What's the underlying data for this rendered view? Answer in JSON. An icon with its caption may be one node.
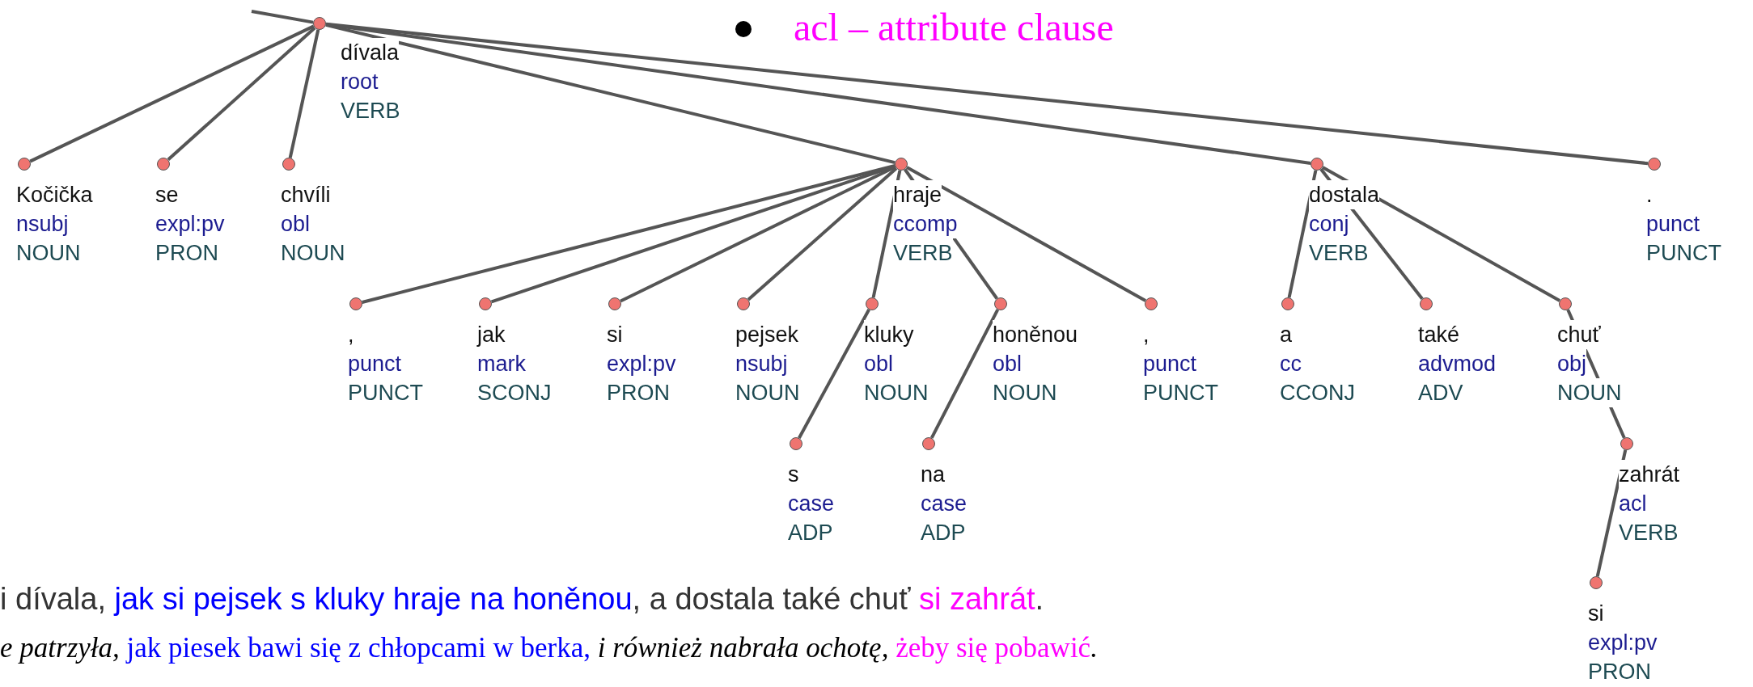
{
  "diagram": {
    "nodes": [
      {
        "text": [
          "dívala",
          "root",
          "VERB"
        ]
      },
      {
        "text": [
          "Kočička",
          "nsubj",
          "NOUN"
        ]
      },
      {
        "text": [
          "se",
          "expl:pv",
          "PRON"
        ]
      },
      {
        "text": [
          "chvíli",
          "obl",
          "NOUN"
        ]
      },
      {
        "text": [
          "hraje",
          "ccomp",
          "VERB"
        ]
      },
      {
        "text": [
          "dostala",
          "conj",
          "VERB"
        ]
      },
      {
        "text": [
          ".",
          "punct",
          "PUNCT"
        ]
      },
      {
        "text": [
          ",",
          "punct",
          "PUNCT"
        ]
      },
      {
        "text": [
          "jak",
          "mark",
          "SCONJ"
        ]
      },
      {
        "text": [
          "si",
          "expl:pv",
          "PRON"
        ]
      },
      {
        "text": [
          "pejsek",
          "nsubj",
          "NOUN"
        ]
      },
      {
        "text": [
          "kluky",
          "obl",
          "NOUN"
        ]
      },
      {
        "text": [
          "honěnou",
          "obl",
          "NOUN"
        ]
      },
      {
        "text": [
          ",",
          "punct",
          "PUNCT"
        ]
      },
      {
        "text": [
          "a",
          "cc",
          "CCONJ"
        ]
      },
      {
        "text": [
          "také",
          "advmod",
          "ADV"
        ]
      },
      {
        "text": [
          "chuť",
          "obj",
          "NOUN"
        ]
      },
      {
        "text": [
          "s",
          "case",
          "ADP"
        ]
      },
      {
        "text": [
          "na",
          "case",
          "ADP"
        ]
      },
      {
        "text": [
          "zahrát",
          "acl",
          "VERB"
        ]
      },
      {
        "text": [
          "si",
          "expl:pv",
          "PRON"
        ]
      }
    ],
    "edges": [
      {
        "from": null,
        "to": 0,
        "arrow": "none"
      },
      {
        "from": 0,
        "to": 1,
        "arrow": "none"
      },
      {
        "from": 0,
        "to": 2,
        "arrow": "none"
      },
      {
        "from": 0,
        "to": 3,
        "arrow": "none"
      },
      {
        "from": 0,
        "to": 4,
        "arrow": "none"
      },
      {
        "from": 0,
        "to": 5,
        "arrow": "none"
      },
      {
        "from": 0,
        "to": 6,
        "arrow": "none"
      },
      {
        "from": 4,
        "to": 7,
        "arrow": "none"
      },
      {
        "from": 4,
        "to": 8,
        "arrow": "none"
      },
      {
        "from": 4,
        "to": 9,
        "arrow": "none"
      },
      {
        "from": 4,
        "to": 10,
        "arrow": "none"
      },
      {
        "from": 4,
        "to": 11,
        "arrow": "none"
      },
      {
        "from": 4,
        "to": 12,
        "arrow": "none"
      },
      {
        "from": 4,
        "to": 13,
        "arrow": "none"
      },
      {
        "from": 5,
        "to": 14,
        "arrow": "none"
      },
      {
        "from": 5,
        "to": 15,
        "arrow": "none"
      },
      {
        "from": 5,
        "to": 16,
        "arrow": "none"
      },
      {
        "from": 11,
        "to": 17,
        "arrow": "none"
      },
      {
        "from": 12,
        "to": 18,
        "arrow": "none"
      },
      {
        "from": 16,
        "to": 19,
        "arrow": "none"
      },
      {
        "from": 19,
        "to": 20,
        "arrow": "none"
      }
    ],
    "labels": [
      "acl – attribute clause",
      "i dívala,",
      "jak si pejsek s kluky hraje na honěnou",
      ", a dostala také chuť",
      "si zahrát",
      ".",
      "e patrzyła,",
      "jak piesek bawi się z chłopcami w berka,",
      "i również nabrała ochotę,",
      "żeby się pobawić",
      "."
    ]
  }
}
